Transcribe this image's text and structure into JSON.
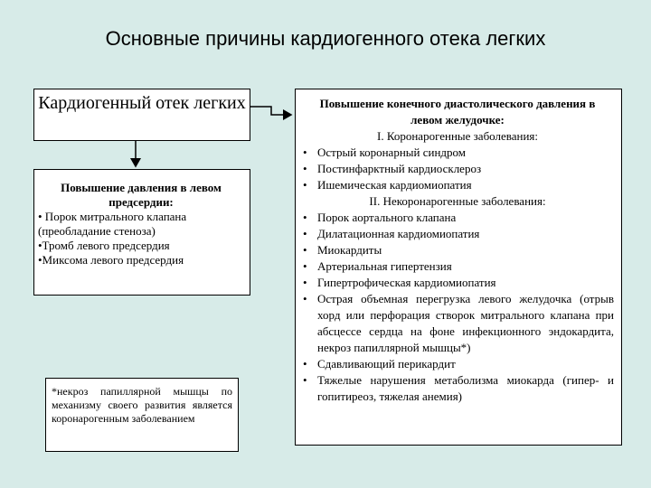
{
  "title": "Основные причины кардиогенного отека легких",
  "main_box": {
    "text": "Кардиогенный отек легких"
  },
  "atrium_box": {
    "heading": "Повышение давления в левом предсердии:",
    "lines": [
      "• Порок митрального клапана (преобладание стеноза)",
      "•Тромб левого предсердия",
      "•Миксома левого предсердия"
    ]
  },
  "note_box": {
    "text": "*некроз папиллярной мышцы по механизму своего развития является коронарогенным заболеванием"
  },
  "ventricle_box": {
    "heading": "Повышение конечного диастолического давления в левом желудочке:",
    "group1": "I. Коронарогенные заболевания:",
    "group1_items": [
      "Острый коронарный синдром",
      "Постинфарктный кардиосклероз",
      "Ишемическая кардиомиопатия"
    ],
    "group2": "II. Некоронарогенные заболевания:",
    "group2_items": [
      "Порок аортального клапана",
      "Дилатационная кардиомиопатия",
      "Миокардиты",
      "Артериальная гипертензия",
      "Гипертрофическая кардиомиопатия",
      "Острая объемная перегрузка левого желудочка (отрыв хорд или перфорация створок митрального клапана при абсцессе сердца на фоне инфекционного эндокардита, некроз папиллярной мышцы*)",
      "Сдавливающий перикардит",
      "Тяжелые нарушения метаболизма миокарда (гипер- и гопитиреоз, тяжелая анемия)"
    ]
  }
}
